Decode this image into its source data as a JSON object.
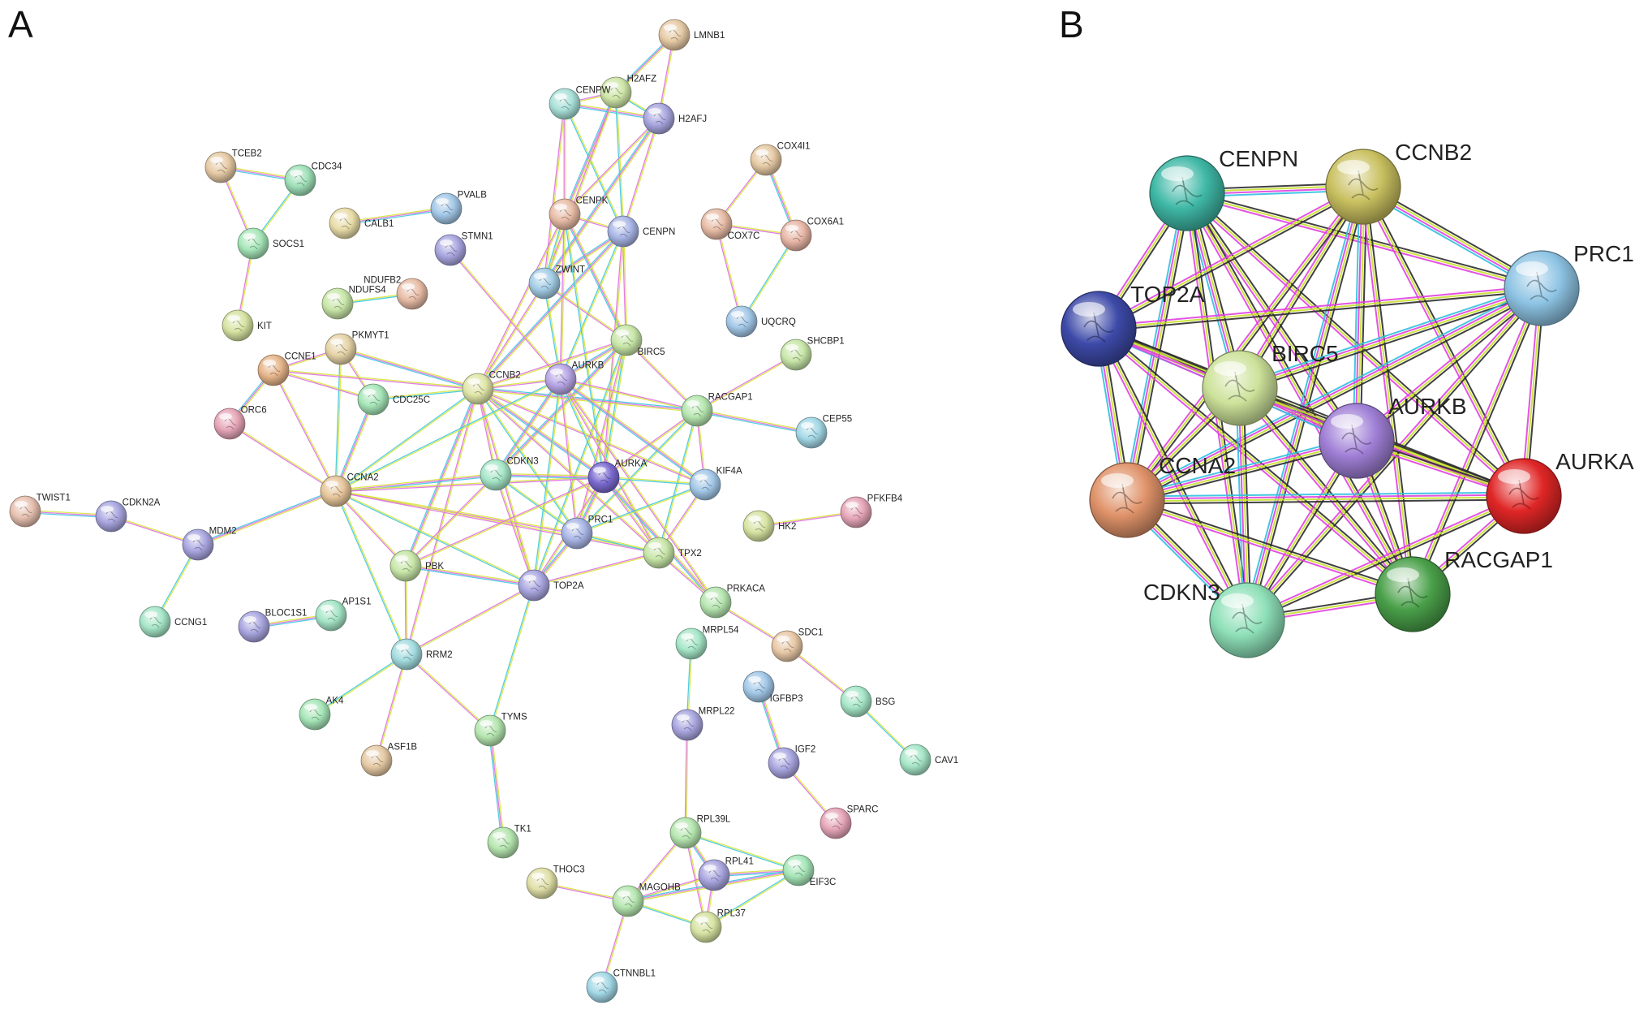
{
  "panels": [
    {
      "letter": "A",
      "nodes": [
        {
          "id": "LMNB1",
          "label": "LMNB1",
          "color": "#e6caa5"
        },
        {
          "id": "H2AFZ",
          "label": "H2AFZ",
          "color": "#cfe6a8"
        },
        {
          "id": "CENPW",
          "label": "CENPW",
          "color": "#a8e0d8"
        },
        {
          "id": "H2AFJ",
          "label": "H2AFJ",
          "color": "#a9a6e0"
        },
        {
          "id": "TCEB2",
          "label": "TCEB2",
          "color": "#e6caa5"
        },
        {
          "id": "CDC34",
          "label": "CDC34",
          "color": "#9fe0b8"
        },
        {
          "id": "SOCS1",
          "label": "SOCS1",
          "color": "#a6e6b8"
        },
        {
          "id": "KIT",
          "label": "KIT",
          "color": "#d6e3a2"
        },
        {
          "id": "CALB1",
          "label": "CALB1",
          "color": "#e8dca8"
        },
        {
          "id": "PVALB",
          "label": "PVALB",
          "color": "#a3c8e8"
        },
        {
          "id": "STMN1",
          "label": "STMN1",
          "color": "#a9a6e0"
        },
        {
          "id": "NDUFB2",
          "label": "NDUFB2",
          "color": "#e8bca6"
        },
        {
          "id": "NDUFS4",
          "label": "NDUFS4",
          "color": "#c8e6a8"
        },
        {
          "id": "CENPK",
          "label": "CENPK",
          "color": "#e8bca6"
        },
        {
          "id": "CENPN",
          "label": "CENPN",
          "color": "#a9b6e6"
        },
        {
          "id": "ZWINT",
          "label": "ZWINT",
          "color": "#a3cde6"
        },
        {
          "id": "COX4I1",
          "label": "COX4I1",
          "color": "#e6caa5"
        },
        {
          "id": "COX7C",
          "label": "COX7C",
          "color": "#e8bca6"
        },
        {
          "id": "COX6A1",
          "label": "COX6A1",
          "color": "#e8b6a6"
        },
        {
          "id": "UQCRQ",
          "label": "UQCRQ",
          "color": "#a3c8e8"
        },
        {
          "id": "BIRC5",
          "label": "BIRC5",
          "color": "#c8e6a8"
        },
        {
          "id": "SHCBP1",
          "label": "SHCBP1",
          "color": "#c8e6a8"
        },
        {
          "id": "PKMYT1",
          "label": "PKMYT1",
          "color": "#e6d3a8"
        },
        {
          "id": "CCNE1",
          "label": "CCNE1",
          "color": "#e6b58a"
        },
        {
          "id": "CDC25C",
          "label": "CDC25C",
          "color": "#a6e6b8"
        },
        {
          "id": "CCNB2",
          "label": "CCNB2",
          "color": "#e0e6a8"
        },
        {
          "id": "AURKB",
          "label": "AURKB",
          "color": "#b8a6e6"
        },
        {
          "id": "RACGAP1",
          "label": "RACGAP1",
          "color": "#b6e6b0"
        },
        {
          "id": "ORC6",
          "label": "ORC6",
          "color": "#e6a6b8"
        },
        {
          "id": "CEP55",
          "label": "CEP55",
          "color": "#a3d8e6"
        },
        {
          "id": "CDKN3",
          "label": "CDKN3",
          "color": "#a6e6c8"
        },
        {
          "id": "AURKA",
          "label": "AURKA",
          "color": "#7a6ad0"
        },
        {
          "id": "KIF4A",
          "label": "KIF4A",
          "color": "#a3c8e8"
        },
        {
          "id": "CCNA2",
          "label": "CCNA2",
          "color": "#e6c59a"
        },
        {
          "id": "TWIST1",
          "label": "TWIST1",
          "color": "#e6c0b0"
        },
        {
          "id": "CDKN2A",
          "label": "CDKN2A",
          "color": "#a9a6e0"
        },
        {
          "id": "MDM2",
          "label": "MDM2",
          "color": "#a9a6e0"
        },
        {
          "id": "HK2",
          "label": "HK2",
          "color": "#d6e3a2"
        },
        {
          "id": "PFKFB4",
          "label": "PFKFB4",
          "color": "#e6a6b8"
        },
        {
          "id": "PRC1",
          "label": "PRC1",
          "color": "#a9b6e6"
        },
        {
          "id": "TPX2",
          "label": "TPX2",
          "color": "#c8e6a8"
        },
        {
          "id": "PBK",
          "label": "PBK",
          "color": "#c8e6a8"
        },
        {
          "id": "TOP2A",
          "label": "TOP2A",
          "color": "#a9a6e0"
        },
        {
          "id": "PRKACA",
          "label": "PRKACA",
          "color": "#b6e6b0"
        },
        {
          "id": "CCNG1",
          "label": "CCNG1",
          "color": "#a6e6c8"
        },
        {
          "id": "BLOC1S1",
          "label": "BLOC1S1",
          "color": "#a9a6e0"
        },
        {
          "id": "AP1S1",
          "label": "AP1S1",
          "color": "#a6e6c8"
        },
        {
          "id": "RRM2",
          "label": "RRM2",
          "color": "#a3dce0"
        },
        {
          "id": "SDC1",
          "label": "SDC1",
          "color": "#e8c8a6"
        },
        {
          "id": "MRPL54",
          "label": "MRPL54",
          "color": "#a6e6c8"
        },
        {
          "id": "IGFBP3",
          "label": "IGFBP3",
          "color": "#a3c8e8"
        },
        {
          "id": "BSG",
          "label": "BSG",
          "color": "#a6e6c8"
        },
        {
          "id": "AK4",
          "label": "AK4",
          "color": "#a6e6b8"
        },
        {
          "id": "TYMS",
          "label": "TYMS",
          "color": "#b6e6b0"
        },
        {
          "id": "MRPL22",
          "label": "MRPL22",
          "color": "#a9a6e0"
        },
        {
          "id": "ASF1B",
          "label": "ASF1B",
          "color": "#e6caa5"
        },
        {
          "id": "IGF2",
          "label": "IGF2",
          "color": "#a9a6e0"
        },
        {
          "id": "CAV1",
          "label": "CAV1",
          "color": "#a6e6c8"
        },
        {
          "id": "SPARC",
          "label": "SPARC",
          "color": "#e6a6b8"
        },
        {
          "id": "TK1",
          "label": "TK1",
          "color": "#b6e6b0"
        },
        {
          "id": "RPL39L",
          "label": "RPL39L",
          "color": "#b6e6b0"
        },
        {
          "id": "THOC3",
          "label": "THOC3",
          "color": "#e0e0a8"
        },
        {
          "id": "RPL41",
          "label": "RPL41",
          "color": "#a9a6e0"
        },
        {
          "id": "EIF3C",
          "label": "EIF3C",
          "color": "#a6e6b8"
        },
        {
          "id": "MAGOHB",
          "label": "MAGOHB",
          "color": "#b6e6b0"
        },
        {
          "id": "RPL37",
          "label": "RPL37",
          "color": "#d6e3a2"
        },
        {
          "id": "CTNNBL1",
          "label": "CTNNBL1",
          "color": "#a3d8e6"
        }
      ],
      "edges": [
        [
          "LMNB1",
          "H2AFZ"
        ],
        [
          "LMNB1",
          "H2AFJ"
        ],
        [
          "H2AFZ",
          "CENPW"
        ],
        [
          "H2AFZ",
          "H2AFJ"
        ],
        [
          "CENPW",
          "H2AFJ"
        ],
        [
          "CENPW",
          "CENPK"
        ],
        [
          "CENPW",
          "CENPN"
        ],
        [
          "CENPW",
          "ZWINT"
        ],
        [
          "H2AFZ",
          "CENPK"
        ],
        [
          "H2AFZ",
          "CENPN"
        ],
        [
          "H2AFJ",
          "CENPN"
        ],
        [
          "H2AFJ",
          "CENPK"
        ],
        [
          "H2AFJ",
          "ZWINT"
        ],
        [
          "H2AFZ",
          "ZWINT"
        ],
        [
          "CENPK",
          "CENPN"
        ],
        [
          "CENPK",
          "ZWINT"
        ],
        [
          "CENPN",
          "ZWINT"
        ],
        [
          "CENPK",
          "AURKB"
        ],
        [
          "CENPN",
          "AURKB"
        ],
        [
          "CENPN",
          "BIRC5"
        ],
        [
          "CENPK",
          "BIRC5"
        ],
        [
          "ZWINT",
          "AURKB"
        ],
        [
          "ZWINT",
          "BIRC5"
        ],
        [
          "ZWINT",
          "CCNB2"
        ],
        [
          "CENPN",
          "CCNB2"
        ],
        [
          "CENPK",
          "CCNB2"
        ],
        [
          "CENPN",
          "AURKA"
        ],
        [
          "CENPK",
          "AURKA"
        ],
        [
          "TCEB2",
          "CDC34"
        ],
        [
          "TCEB2",
          "SOCS1"
        ],
        [
          "CDC34",
          "SOCS1"
        ],
        [
          "SOCS1",
          "KIT"
        ],
        [
          "CALB1",
          "PVALB"
        ],
        [
          "NDUFS4",
          "NDUFB2"
        ],
        [
          "STMN1",
          "AURKB"
        ],
        [
          "COX4I1",
          "COX7C"
        ],
        [
          "COX4I1",
          "COX6A1"
        ],
        [
          "COX7C",
          "COX6A1"
        ],
        [
          "COX7C",
          "UQCRQ"
        ],
        [
          "COX6A1",
          "UQCRQ"
        ],
        [
          "BIRC5",
          "AURKB"
        ],
        [
          "BIRC5",
          "CCNB2"
        ],
        [
          "BIRC5",
          "AURKA"
        ],
        [
          "BIRC5",
          "RACGAP1"
        ],
        [
          "BIRC5",
          "CDKN3"
        ],
        [
          "BIRC5",
          "TOP2A"
        ],
        [
          "BIRC5",
          "PRC1"
        ],
        [
          "SHCBP1",
          "RACGAP1"
        ],
        [
          "RACGAP1",
          "CEP55"
        ],
        [
          "RACGAP1",
          "AURKB"
        ],
        [
          "RACGAP1",
          "KIF4A"
        ],
        [
          "RACGAP1",
          "PRC1"
        ],
        [
          "RACGAP1",
          "CCNB2"
        ],
        [
          "RACGAP1",
          "AURKA"
        ],
        [
          "RACGAP1",
          "TPX2"
        ],
        [
          "PKMYT1",
          "CCNE1"
        ],
        [
          "PKMYT1",
          "CCNB2"
        ],
        [
          "PKMYT1",
          "CCNA2"
        ],
        [
          "PKMYT1",
          "CDC25C"
        ],
        [
          "CCNE1",
          "CCNA2"
        ],
        [
          "CCNE1",
          "ORC6"
        ],
        [
          "CCNE1",
          "CDC25C"
        ],
        [
          "CCNE1",
          "CCNB2"
        ],
        [
          "CDC25C",
          "CCNB2"
        ],
        [
          "CDC25C",
          "CCNA2"
        ],
        [
          "CCNB2",
          "AURKB"
        ],
        [
          "CCNB2",
          "CCNA2"
        ],
        [
          "CCNB2",
          "CDKN3"
        ],
        [
          "CCNB2",
          "AURKA"
        ],
        [
          "CCNB2",
          "PRC1"
        ],
        [
          "CCNB2",
          "TOP2A"
        ],
        [
          "CCNB2",
          "TPX2"
        ],
        [
          "CCNB2",
          "PBK"
        ],
        [
          "CCNB2",
          "RRM2"
        ],
        [
          "CCNB2",
          "KIF4A"
        ],
        [
          "AURKB",
          "AURKA"
        ],
        [
          "AURKB",
          "CDKN3"
        ],
        [
          "AURKB",
          "PRC1"
        ],
        [
          "AURKB",
          "TOP2A"
        ],
        [
          "AURKB",
          "TPX2"
        ],
        [
          "AURKB",
          "KIF4A"
        ],
        [
          "AURKB",
          "CCNA2"
        ],
        [
          "AURKB",
          "PRKACA"
        ],
        [
          "ORC6",
          "CCNA2"
        ],
        [
          "CCNA2",
          "CDKN3"
        ],
        [
          "CCNA2",
          "AURKA"
        ],
        [
          "CCNA2",
          "PRC1"
        ],
        [
          "CCNA2",
          "TOP2A"
        ],
        [
          "CCNA2",
          "MDM2"
        ],
        [
          "CCNA2",
          "PBK"
        ],
        [
          "CCNA2",
          "RRM2"
        ],
        [
          "CCNA2",
          "TPX2"
        ],
        [
          "CDKN3",
          "AURKA"
        ],
        [
          "CDKN3",
          "PRC1"
        ],
        [
          "CDKN3",
          "TOP2A"
        ],
        [
          "CDKN3",
          "PBK"
        ],
        [
          "AURKA",
          "PRC1"
        ],
        [
          "AURKA",
          "TPX2"
        ],
        [
          "AURKA",
          "TOP2A"
        ],
        [
          "AURKA",
          "KIF4A"
        ],
        [
          "AURKA",
          "PRKACA"
        ],
        [
          "AURKA",
          "PBK"
        ],
        [
          "KIF4A",
          "PRC1"
        ],
        [
          "KIF4A",
          "TPX2"
        ],
        [
          "PRC1",
          "TOP2A"
        ],
        [
          "PRC1",
          "TPX2"
        ],
        [
          "TPX2",
          "TOP2A"
        ],
        [
          "TPX2",
          "PRKACA"
        ],
        [
          "PBK",
          "TOP2A"
        ],
        [
          "PBK",
          "RRM2"
        ],
        [
          "TOP2A",
          "RRM2"
        ],
        [
          "TOP2A",
          "TYMS"
        ],
        [
          "TWIST1",
          "CDKN2A"
        ],
        [
          "CDKN2A",
          "MDM2"
        ],
        [
          "MDM2",
          "CCNG1"
        ],
        [
          "HK2",
          "PFKFB4"
        ],
        [
          "BLOC1S1",
          "AP1S1"
        ],
        [
          "RRM2",
          "AK4"
        ],
        [
          "RRM2",
          "ASF1B"
        ],
        [
          "RRM2",
          "TYMS"
        ],
        [
          "TYMS",
          "TK1"
        ],
        [
          "PRKACA",
          "SDC1"
        ],
        [
          "SDC1",
          "BSG"
        ],
        [
          "BSG",
          "CAV1"
        ],
        [
          "IGFBP3",
          "IGF2"
        ],
        [
          "IGF2",
          "SPARC"
        ],
        [
          "MRPL54",
          "MRPL22"
        ],
        [
          "MRPL22",
          "RPL39L"
        ],
        [
          "RPL39L",
          "RPL41"
        ],
        [
          "RPL39L",
          "EIF3C"
        ],
        [
          "RPL39L",
          "MAGOHB"
        ],
        [
          "RPL39L",
          "RPL37"
        ],
        [
          "RPL41",
          "EIF3C"
        ],
        [
          "RPL41",
          "RPL37"
        ],
        [
          "RPL41",
          "MAGOHB"
        ],
        [
          "EIF3C",
          "RPL37"
        ],
        [
          "EIF3C",
          "MAGOHB"
        ],
        [
          "THOC3",
          "MAGOHB"
        ],
        [
          "MAGOHB",
          "RPL37"
        ],
        [
          "MAGOHB",
          "CTNNBL1"
        ]
      ]
    },
    {
      "letter": "B",
      "nodes": [
        {
          "id": "CENPN",
          "label": "CENPN",
          "color": "#3fb8a6"
        },
        {
          "id": "CCNB2",
          "label": "CCNB2",
          "color": "#c9c060"
        },
        {
          "id": "PRC1",
          "label": "PRC1",
          "color": "#8ec4e4"
        },
        {
          "id": "TOP2A",
          "label": "TOP2A",
          "color": "#3d4aa8"
        },
        {
          "id": "BIRC5",
          "label": "BIRC5",
          "color": "#cde29a"
        },
        {
          "id": "AURKB",
          "label": "AURKB",
          "color": "#a07fd6"
        },
        {
          "id": "AURKA",
          "label": "AURKA",
          "color": "#e02626"
        },
        {
          "id": "CCNA2",
          "label": "CCNA2",
          "color": "#e0936a"
        },
        {
          "id": "CDKN3",
          "label": "CDKN3",
          "color": "#8ee0b8"
        },
        {
          "id": "RACGAP1",
          "label": "RACGAP1",
          "color": "#4aa04a"
        }
      ],
      "edge_colors": [
        "#2b2b2b",
        "#c8e02a",
        "#e040e0",
        "#30c0e0"
      ]
    }
  ]
}
